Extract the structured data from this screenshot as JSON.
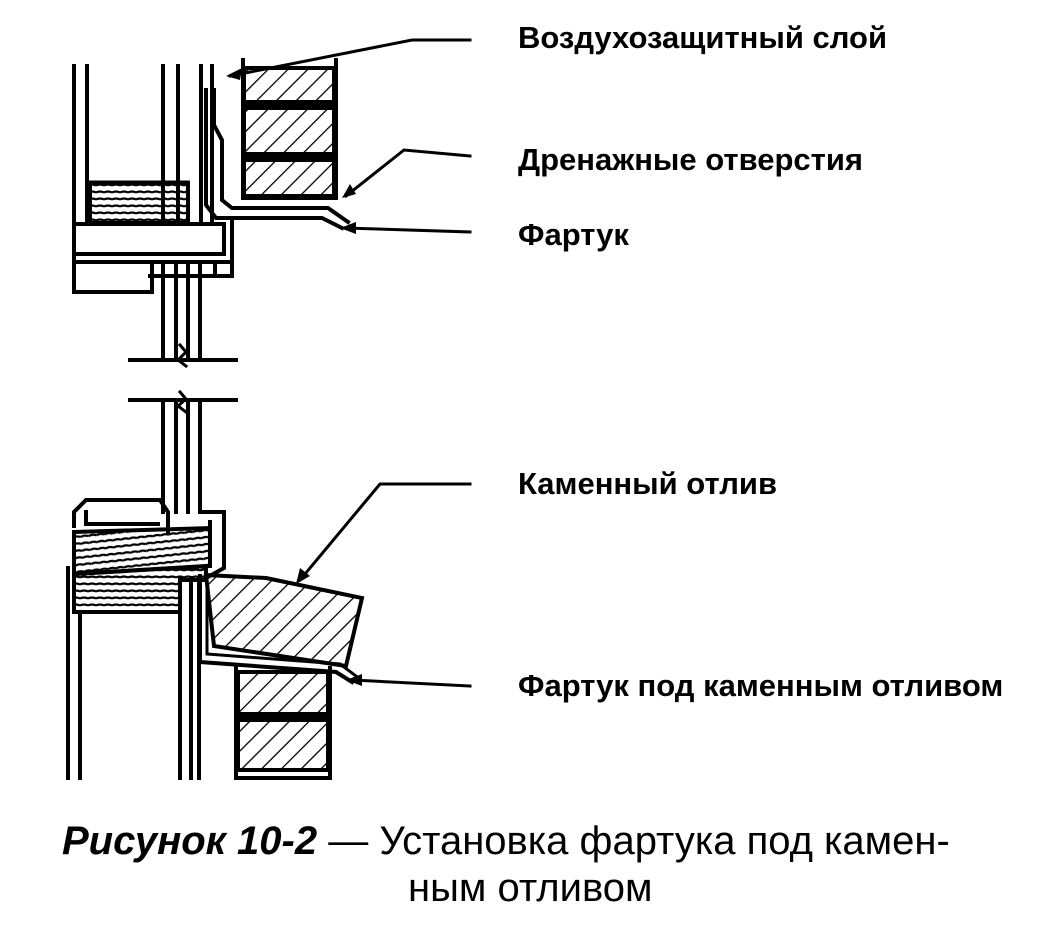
{
  "labels": {
    "air_barrier": "Воздухозащитный слой",
    "drain_holes": "Дренажные отверстия",
    "apron": "Фартук",
    "stone_sill": "Каменный отлив",
    "apron_under_sill": "Фартук под каменным отливом"
  },
  "caption": {
    "figure_number": "Рисунок 10-2",
    "dash": " — ",
    "text_line1": "Установка фартука под камен-",
    "text_line2": "ным отливом"
  },
  "colors": {
    "ink": "#000000",
    "paper": "#ffffff"
  }
}
